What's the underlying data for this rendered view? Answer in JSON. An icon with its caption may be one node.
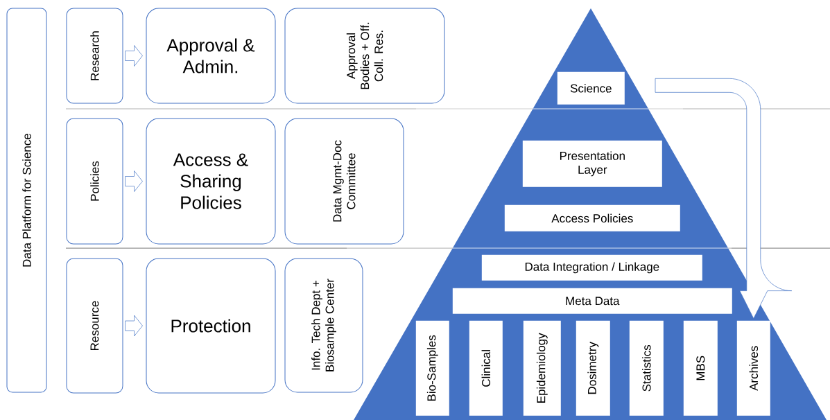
{
  "diagram": {
    "nodes": [
      {
        "text": [
          "Data Platform for Science"
        ]
      },
      {
        "text": [
          "Research"
        ]
      },
      {
        "text": [
          "Approval & Admin."
        ]
      },
      {
        "text": [
          "Approval Bodies + Off. Coll. Res."
        ]
      },
      {
        "text": [
          "Policies"
        ]
      },
      {
        "text": [
          "Access & Sharing Policies"
        ]
      },
      {
        "text": [
          "Data Mgmt-Doc Committee"
        ]
      },
      {
        "text": [
          "Resource"
        ]
      },
      {
        "text": [
          "Protection"
        ]
      },
      {
        "text": [
          "Info. Tech Dept + Biosample Center"
        ]
      },
      {
        "text": [],
        "shape": "triangle"
      },
      {
        "text": [
          "Science"
        ],
        "in": 10
      },
      {
        "text": [
          "Presentation Layer"
        ],
        "in": 10
      },
      {
        "text": [
          "Access Policies"
        ],
        "in": 10
      },
      {
        "text": [
          "Data Integration / Linkage"
        ],
        "in": 10
      },
      {
        "text": [
          "Meta Data"
        ],
        "in": 10
      },
      {
        "text": [
          "Bio-Samples"
        ],
        "in": 10
      },
      {
        "text": [
          "Clinical"
        ],
        "in": 10
      },
      {
        "text": [
          "Epidemiology"
        ],
        "in": 10
      },
      {
        "text": [
          "Dosimetry"
        ],
        "in": 10
      },
      {
        "text": [
          "Statistics"
        ],
        "in": 10
      },
      {
        "text": [
          "MBS"
        ],
        "in": 10
      },
      {
        "text": [
          "Archives"
        ],
        "in": 10
      }
    ],
    "edges": [
      {
        "from": 1,
        "to": 2,
        "arrow": "to"
      },
      {
        "from": 4,
        "to": 5,
        "arrow": "to"
      },
      {
        "from": 7,
        "to": 8,
        "arrow": "to"
      },
      {
        "from": 11,
        "to": 22,
        "arrow": "to"
      }
    ]
  }
}
